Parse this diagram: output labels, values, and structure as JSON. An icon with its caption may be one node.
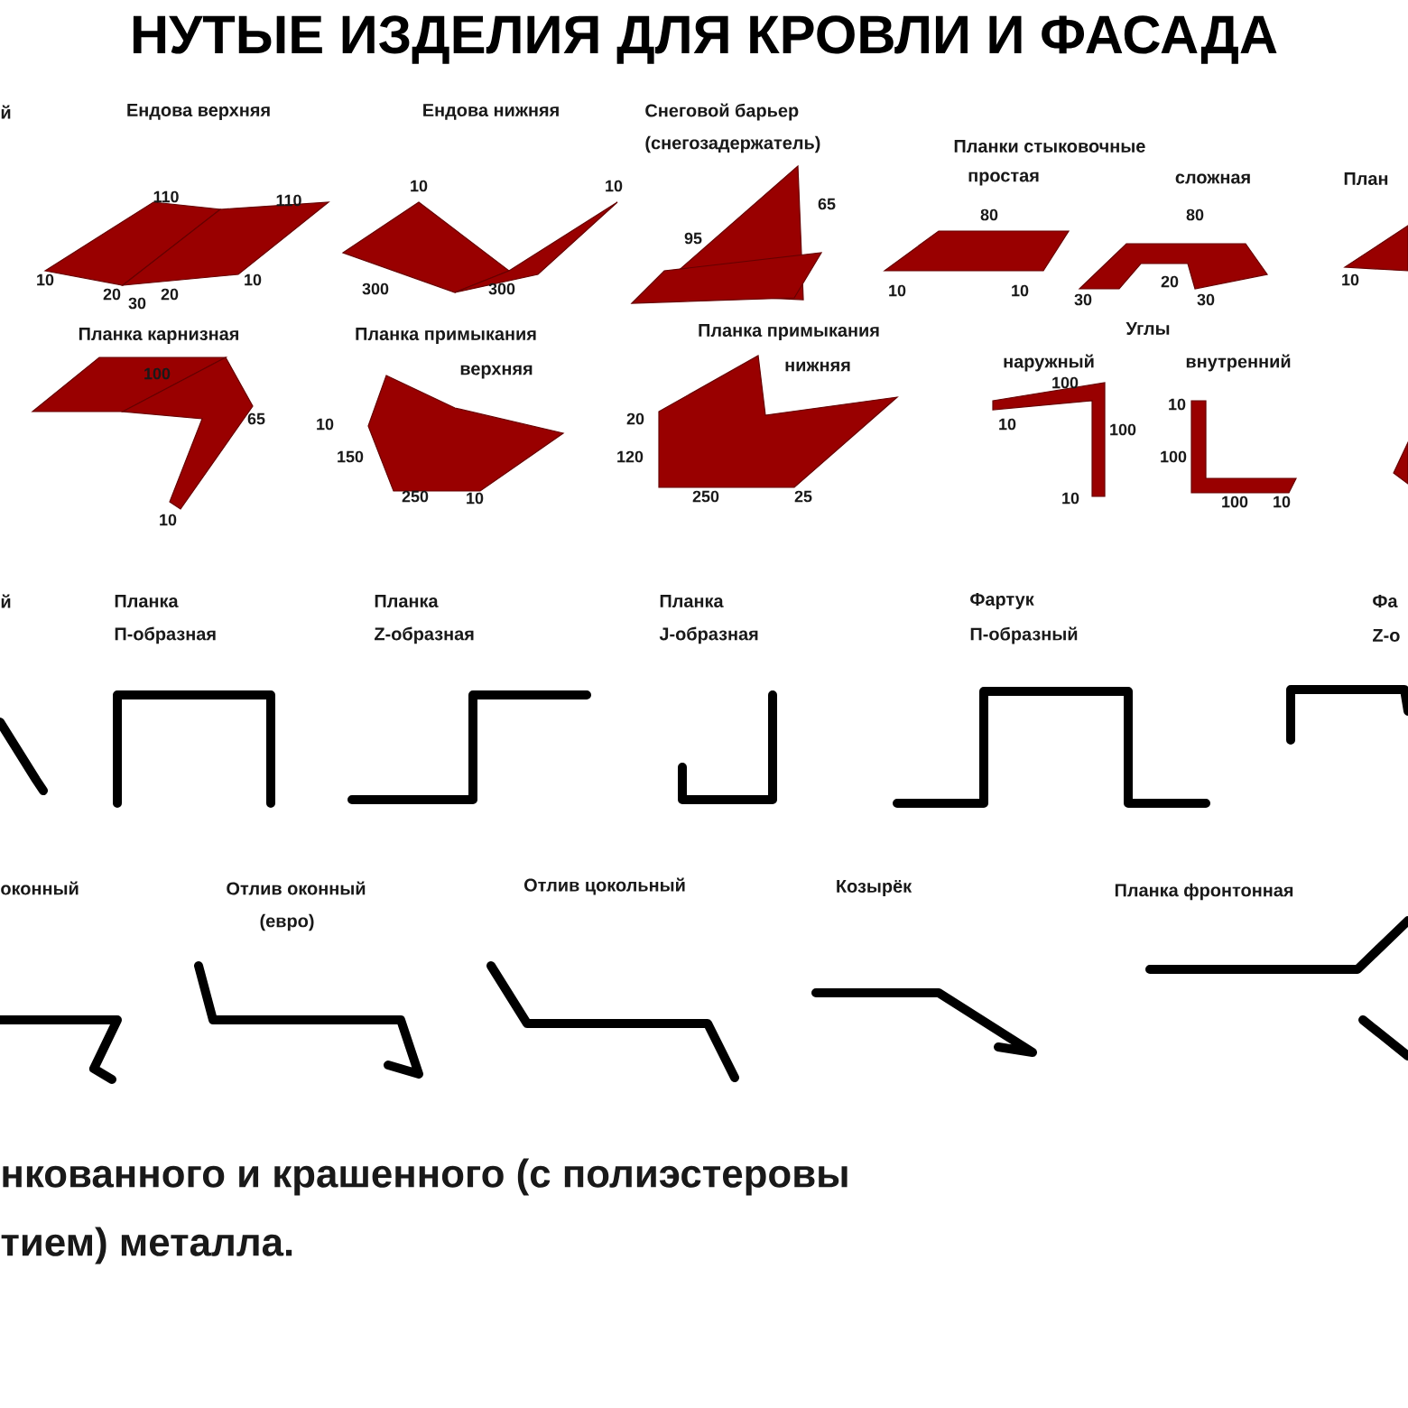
{
  "diagram": {
    "title": "НУТЫЕ ИЗДЕЛИЯ ДЛЯ КРОВЛИ И ФАСАДА",
    "labels": [
      "й",
      "Ендова верхняя",
      "Ендова нижняя",
      "Снеговой барьер",
      "(снегозадержатель)",
      "Планки стыковочные",
      "простая",
      "сложная",
      "План",
      "110",
      "110",
      "10",
      "20",
      "30",
      "20",
      "10",
      "10",
      "10",
      "300",
      "300",
      "95",
      "65",
      "80",
      "10",
      "10",
      "80",
      "20",
      "30",
      "30",
      "10",
      "Планка карнизная",
      "Планка примыкания",
      "верхняя",
      "Планка примыкания",
      "нижняя",
      "Углы",
      "наружный",
      "внутренний",
      "100",
      "65",
      "10",
      "10",
      "150",
      "250",
      "10",
      "20",
      "120",
      "250",
      "25",
      "100",
      "10",
      "100",
      "10",
      "10",
      "100",
      "100",
      "10",
      "й",
      "Планка",
      "П-образная",
      "Планка",
      "Z-образная",
      "Планка",
      "J-образная",
      "Фартук",
      "П-образный",
      "Фа",
      "Z-о",
      "оконный",
      "Отлив оконный",
      "(евро)",
      "Отлив цокольный",
      "Козырёк",
      "Планка фронтонная",
      "нкованного и крашенного (с полиэстеровы",
      "тием) металла."
    ]
  }
}
